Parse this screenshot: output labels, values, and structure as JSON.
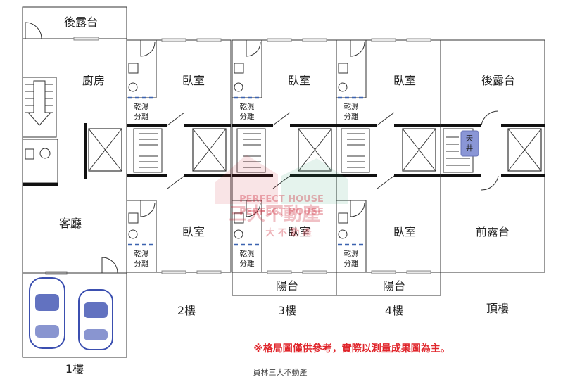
{
  "floors": {
    "f1": {
      "label": "1樓",
      "rooms": {
        "back_terrace": "後露台",
        "kitchen": "廚房",
        "living_room": "客廳"
      }
    },
    "f2": {
      "label": "2樓",
      "rooms": {
        "bedroom_back": "臥室",
        "bedroom_front": "臥室"
      },
      "bath_label_top": [
        "乾濕",
        "分離"
      ],
      "bath_label_bottom": [
        "乾濕",
        "分離"
      ]
    },
    "f3": {
      "label": "3樓",
      "rooms": {
        "bedroom_back": "臥室",
        "bedroom_front": "臥室",
        "balcony": "陽台"
      },
      "bath_label_top": [
        "乾濕",
        "分離"
      ],
      "bath_label_bottom": [
        "乾濕",
        "分離"
      ]
    },
    "f4": {
      "label": "4樓",
      "rooms": {
        "bedroom_back": "臥室",
        "bedroom_front": "臥室",
        "balcony": "陽台"
      },
      "bath_label_top": [
        "乾濕",
        "分離"
      ],
      "bath_label_bottom": [
        "乾濕",
        "分離"
      ]
    },
    "roof": {
      "label": "頂樓",
      "rooms": {
        "back_terrace": "後露台",
        "front_terrace": "前露台"
      },
      "skylight": [
        "天",
        "井"
      ]
    }
  },
  "note": "※格局圖僅供參考，實際以測量成果圖為主。",
  "credit": "員林三大不動產",
  "watermark": {
    "line1": "PERFECT HOUSE",
    "line2": "三大不動產",
    "line3": "PERFECT HOUSE",
    "line4": "大 不 動 產"
  },
  "colors": {
    "note": "#e0262c",
    "dry_wet_divider": "#3c63b0",
    "skylight": "#8a96d6",
    "car": "#3b4fb0"
  }
}
